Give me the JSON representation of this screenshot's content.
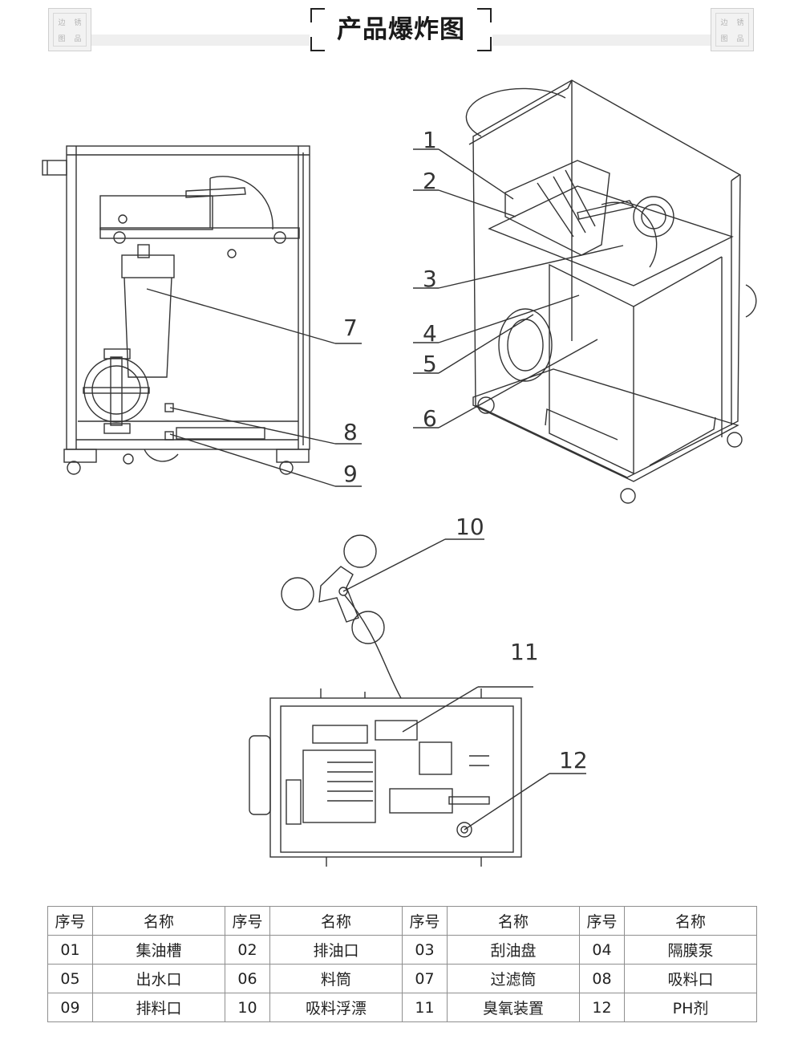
{
  "header": {
    "title": "产品爆炸图",
    "badge_left": [
      "边",
      "锈",
      "图",
      "品"
    ],
    "badge_right": [
      "边",
      "锈",
      "图",
      "品"
    ]
  },
  "diagram": {
    "callouts": [
      "1",
      "2",
      "3",
      "4",
      "5",
      "6",
      "7",
      "8",
      "9",
      "10",
      "11",
      "12"
    ]
  },
  "table": {
    "headers": [
      "序号",
      "名称",
      "序号",
      "名称",
      "序号",
      "名称",
      "序号",
      "名称"
    ],
    "rows": [
      [
        "01",
        "集油槽",
        "02",
        "排油口",
        "03",
        "刮油盘",
        "04",
        "隔膜泵"
      ],
      [
        "05",
        "出水口",
        "06",
        "料筒",
        "07",
        "过滤筒",
        "08",
        "吸料口"
      ],
      [
        "09",
        "排料口",
        "10",
        "吸料浮漂",
        "11",
        "臭氧装置",
        "12",
        "PH剂"
      ]
    ]
  },
  "colors": {
    "line": "#333333",
    "border": "#8f8f8f",
    "accent_band": "#efefef"
  }
}
